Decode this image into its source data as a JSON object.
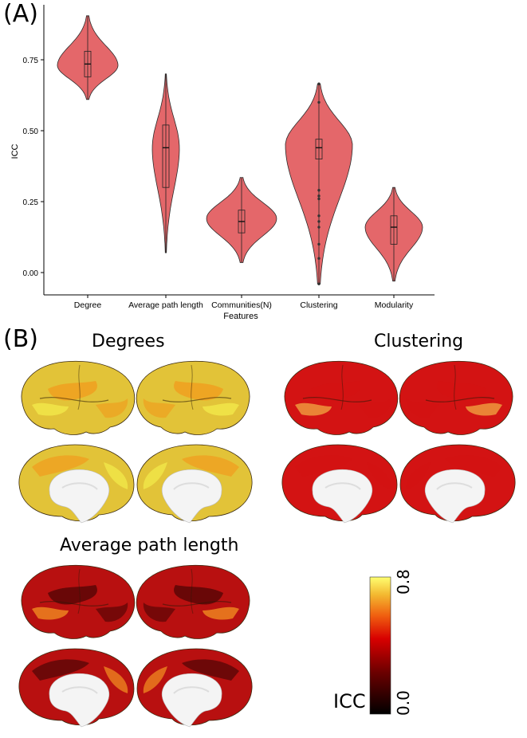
{
  "panel_a_label": "(A)",
  "panel_b_label": "(B)",
  "chart_data": {
    "type": "violin",
    "title": "",
    "xlabel": "Features",
    "ylabel": "ICC",
    "ylim": [
      -0.05,
      0.93
    ],
    "yticks": [
      "0.00",
      "0.25",
      "0.50",
      "0.75"
    ],
    "grid": false,
    "series": [
      {
        "name": "Degree",
        "min": 0.61,
        "q1": 0.69,
        "median": 0.735,
        "q3": 0.78,
        "max": 0.905,
        "mode": 0.73,
        "outliers": []
      },
      {
        "name": "Average path length",
        "min": 0.07,
        "q1": 0.3,
        "median": 0.44,
        "q3": 0.52,
        "max": 0.7,
        "mode": 0.44,
        "outliers": []
      },
      {
        "name": "Communities(N)",
        "min": 0.035,
        "q1": 0.14,
        "median": 0.18,
        "q3": 0.22,
        "max": 0.335,
        "mode": 0.19,
        "outliers": []
      },
      {
        "name": "Clustering",
        "min": -0.04,
        "q1": 0.4,
        "median": 0.44,
        "q3": 0.47,
        "max": 0.665,
        "mode": 0.45,
        "outliers": [
          0.665,
          0.6,
          0.29,
          0.27,
          0.26,
          0.2,
          0.18,
          0.16,
          0.1,
          0.05,
          -0.04
        ]
      },
      {
        "name": "Modularity",
        "min": -0.03,
        "q1": 0.1,
        "median": 0.16,
        "q3": 0.2,
        "max": 0.3,
        "mode": 0.16,
        "outliers": []
      }
    ]
  },
  "brain_maps": {
    "degrees": {
      "title": "Degrees",
      "base": "#e2c338",
      "accent": "#f0a020",
      "light": "#f2e94a"
    },
    "clustering": {
      "title": "Clustering",
      "base": "#d31313",
      "accent": "#f0a040",
      "light": "#ff6a2a"
    },
    "average_path_length": {
      "title": "Average path length",
      "base": "#b81010",
      "accent": "#5a0606",
      "light": "#f08a20"
    }
  },
  "colorbar": {
    "label": "ICC",
    "min_label": "0.0",
    "max_label": "0.8",
    "stops": [
      "#000000",
      "#6a0000",
      "#d80000",
      "#f06010",
      "#f3b830",
      "#ffff70"
    ]
  }
}
